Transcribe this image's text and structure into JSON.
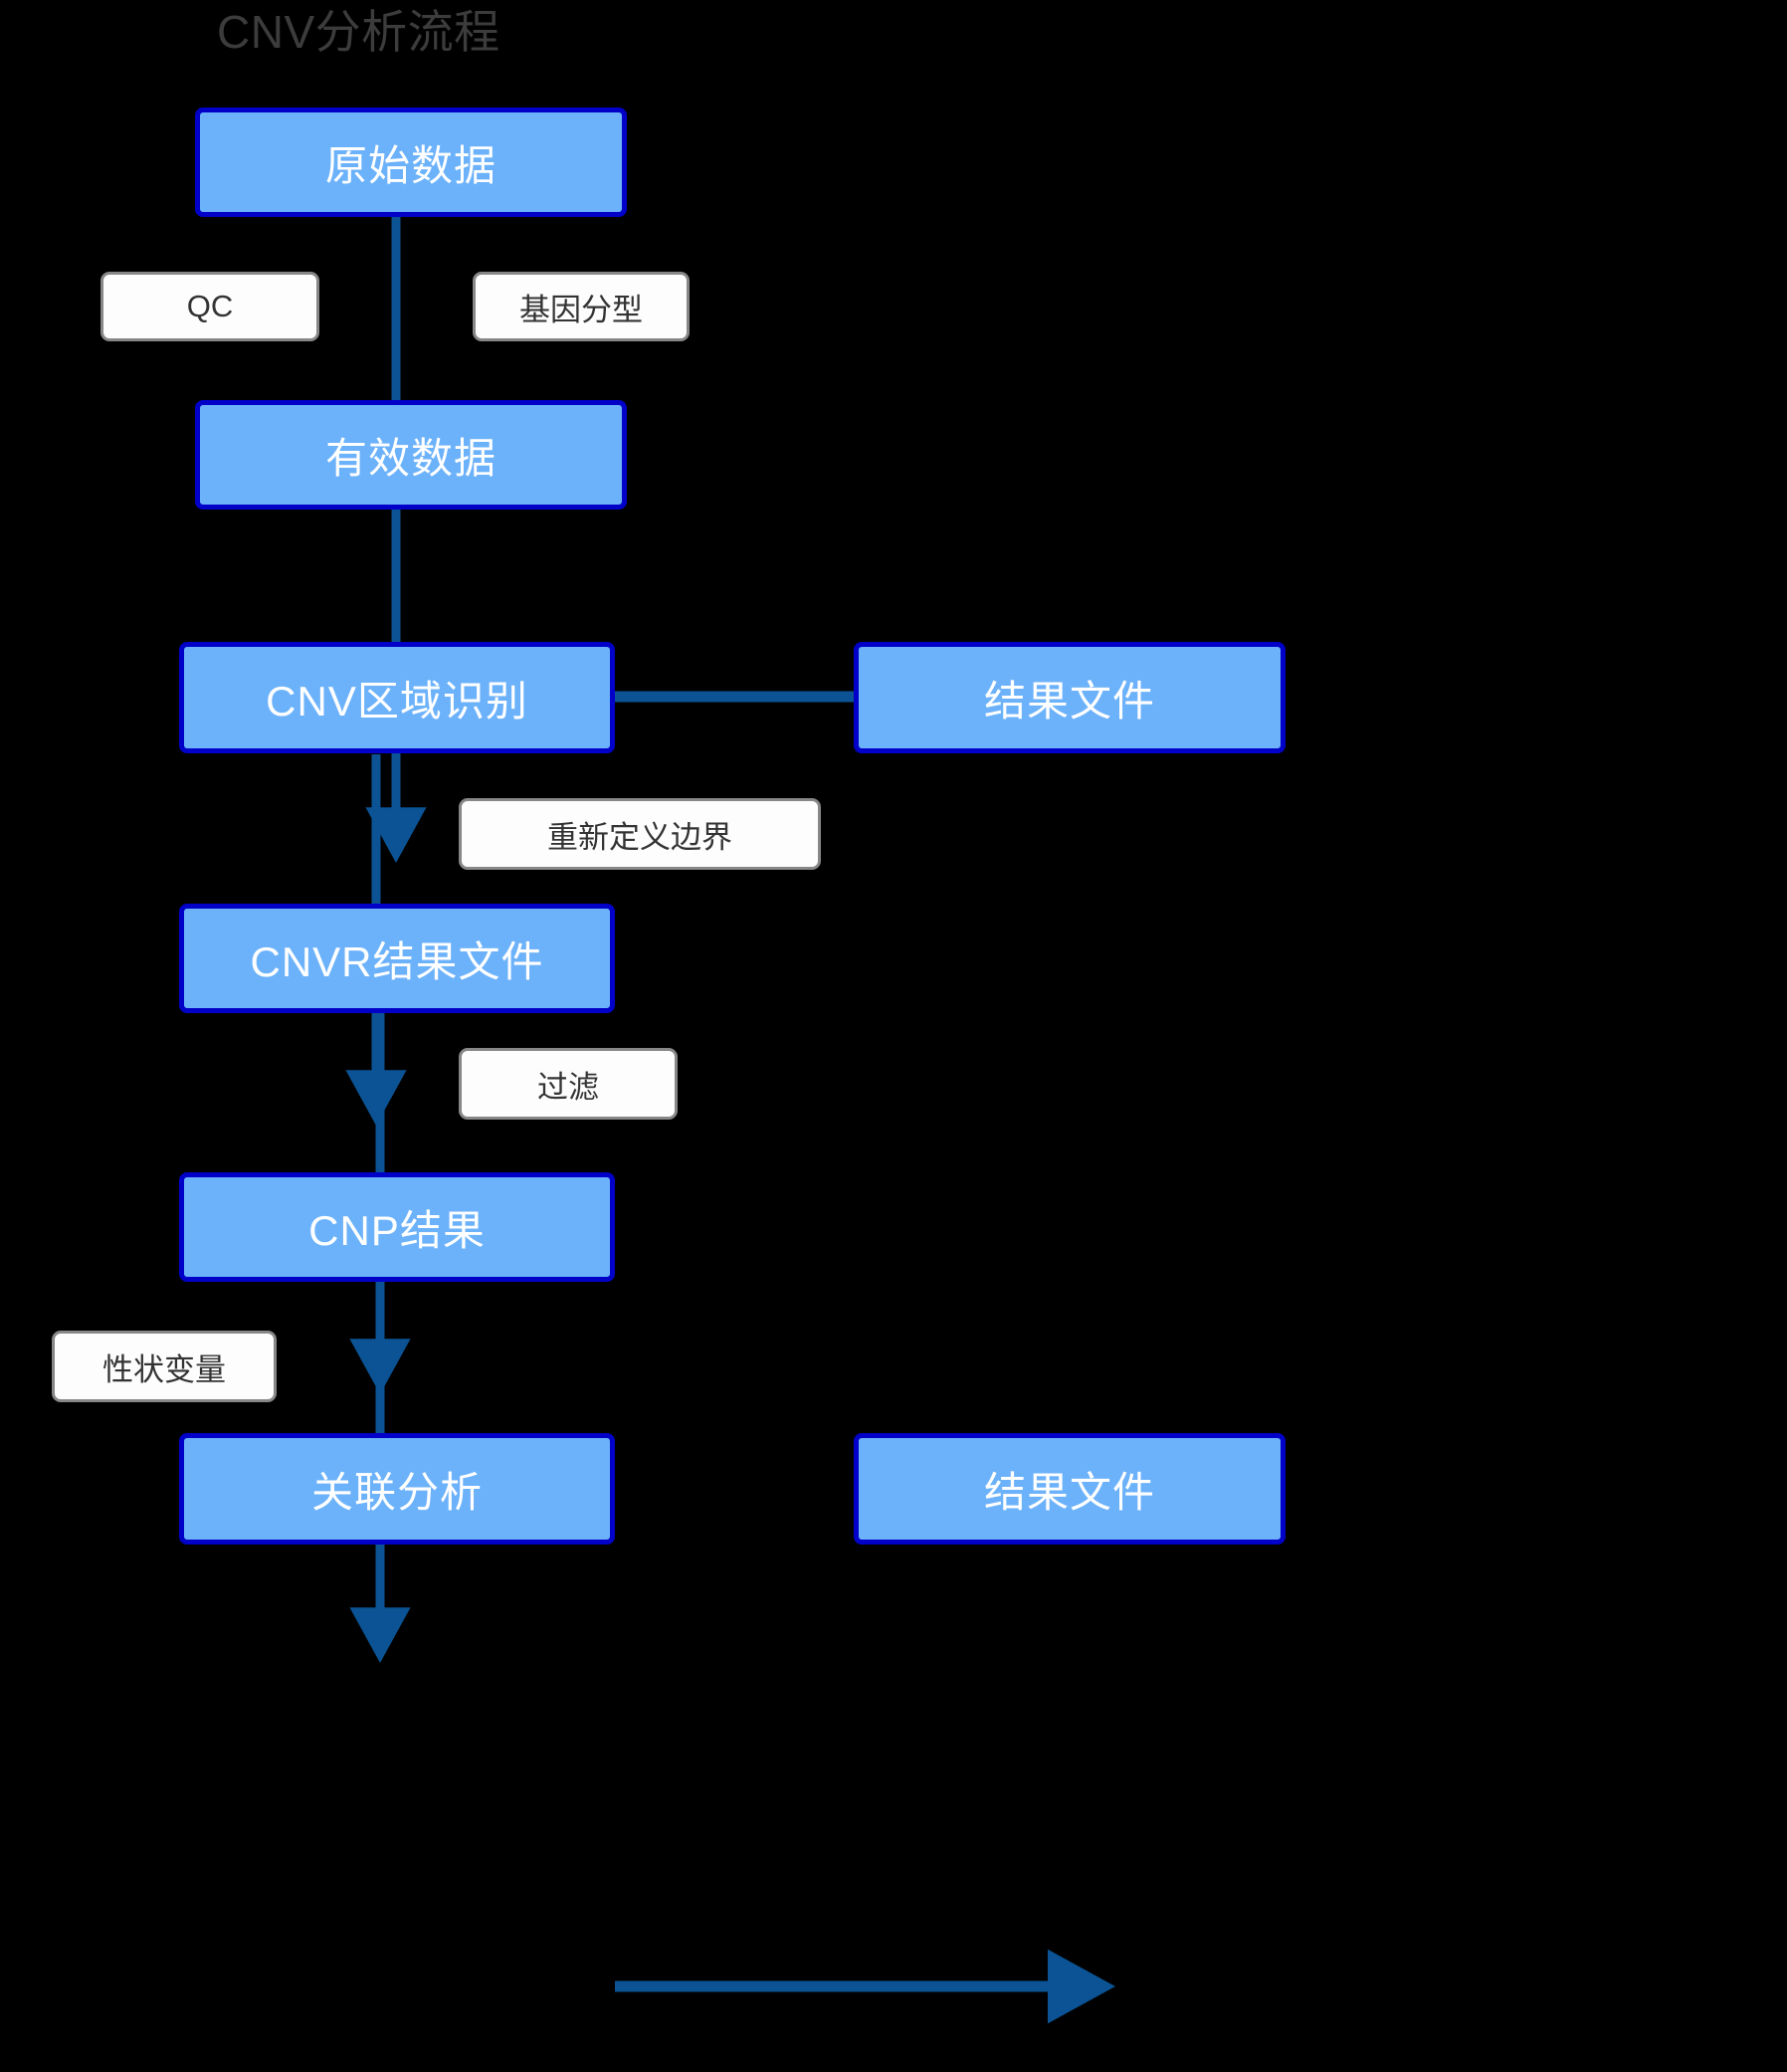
{
  "diagram": {
    "title": "CNV分析流程",
    "background_color": "#000000",
    "title_color": "#3c3c3c",
    "node_fill": "#6cb2fa",
    "node_border": "#0000c8",
    "node_text_color": "#ffffff",
    "label_fill": "#fdfdfd",
    "label_border": "#878787",
    "label_text_color": "#333333",
    "arrow_color": "#0b5394"
  },
  "nodes": [
    {
      "id": "raw-data",
      "label": "原始数据"
    },
    {
      "id": "valid-data",
      "label": "有效数据"
    },
    {
      "id": "cnv-region",
      "label": "CNV区域识别"
    },
    {
      "id": "result-file-1",
      "label": "结果文件"
    },
    {
      "id": "cnvr-result",
      "label": "CNVR结果文件"
    },
    {
      "id": "cnp-result",
      "label": "CNP结果"
    },
    {
      "id": "association",
      "label": "关联分析"
    },
    {
      "id": "result-file-2",
      "label": "结果文件"
    }
  ],
  "edge_labels": [
    {
      "id": "qc",
      "label": "QC"
    },
    {
      "id": "genotyping",
      "label": "基因分型"
    },
    {
      "id": "redefine",
      "label": "重新定义边界"
    },
    {
      "id": "filter",
      "label": "过滤"
    },
    {
      "id": "trait-variable",
      "label": "性状变量"
    }
  ]
}
